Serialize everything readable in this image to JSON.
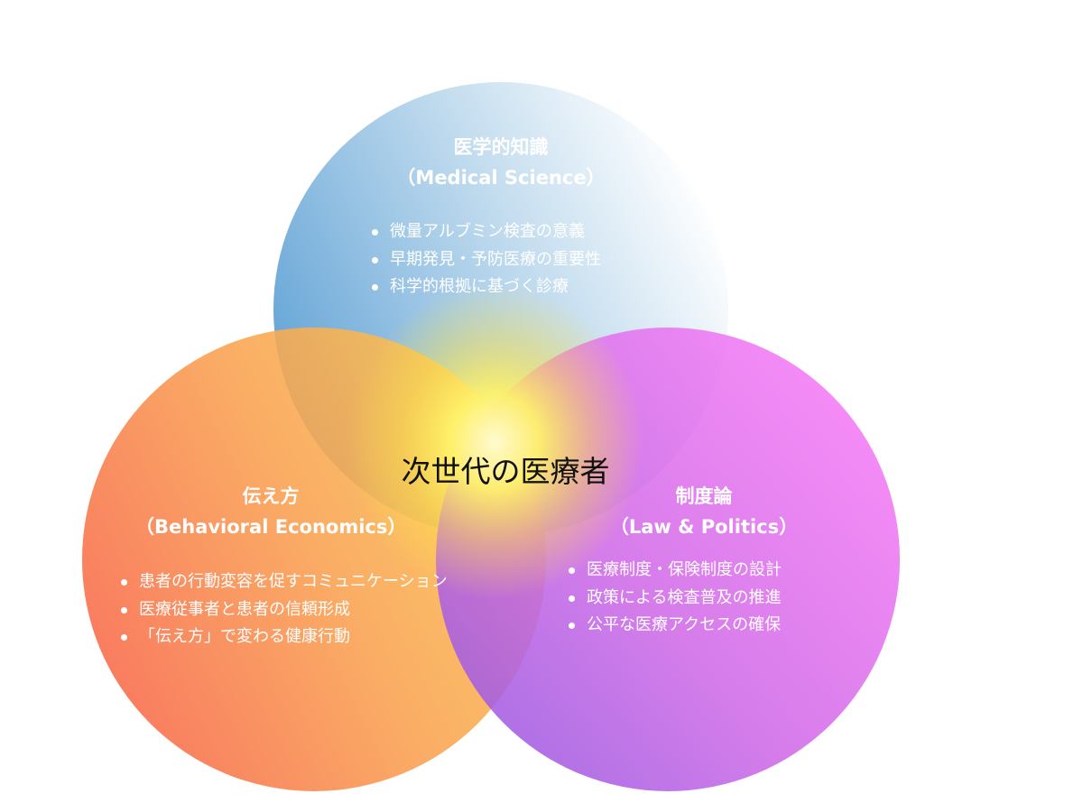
{
  "center": {
    "title": "次世代の医療者"
  },
  "circles": {
    "top": {
      "title": "医学的知識",
      "subtitle": "（Medical Science）",
      "items": [
        "微量アルブミン検査の意義",
        "早期発見・予防医療の重要性",
        "科学的根拠に基づく診療"
      ],
      "color_from": "#5b9fd4",
      "color_to": "#ffffff"
    },
    "left": {
      "title": "伝え方",
      "subtitle": "（Behavioral Economics）",
      "items": [
        "患者の行動変容を促すコミュニケーション",
        "医療従事者と患者の信頼形成",
        "「伝え方」で変わる健康行動"
      ],
      "color_from": "#f86a4a",
      "color_to": "#fcc24f"
    },
    "right": {
      "title": "制度論",
      "subtitle": "（Law & Politics）",
      "items": [
        "医療制度・保険制度の設計",
        "政策による検査普及の推進",
        "公平な医療アクセスの確保"
      ],
      "color_from": "#9b5be0",
      "color_to": "#f57cf5"
    }
  },
  "overlap_glow_color": "#fff36a"
}
